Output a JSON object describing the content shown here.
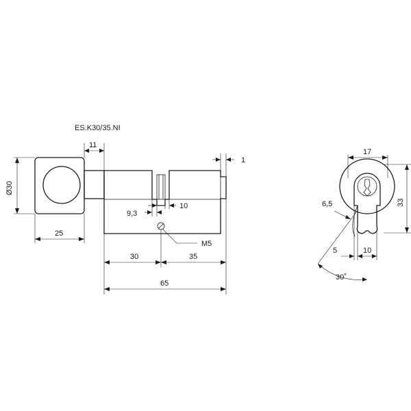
{
  "drawing": {
    "model": "ES.K30/35.NI",
    "side_view": {
      "knob_diameter": "Ø30",
      "knob_length": "25",
      "knob_neck": "11",
      "cam_gap": "1",
      "cam_offset": "9,3",
      "cam_width": "10",
      "screw": "M5",
      "length_a": "30",
      "length_b": "35",
      "total_length": "65"
    },
    "front_view": {
      "top_width": "17",
      "height": "33",
      "radius": "6,5",
      "offset": "5",
      "bottom_width": "10",
      "angle": "30˚"
    }
  }
}
